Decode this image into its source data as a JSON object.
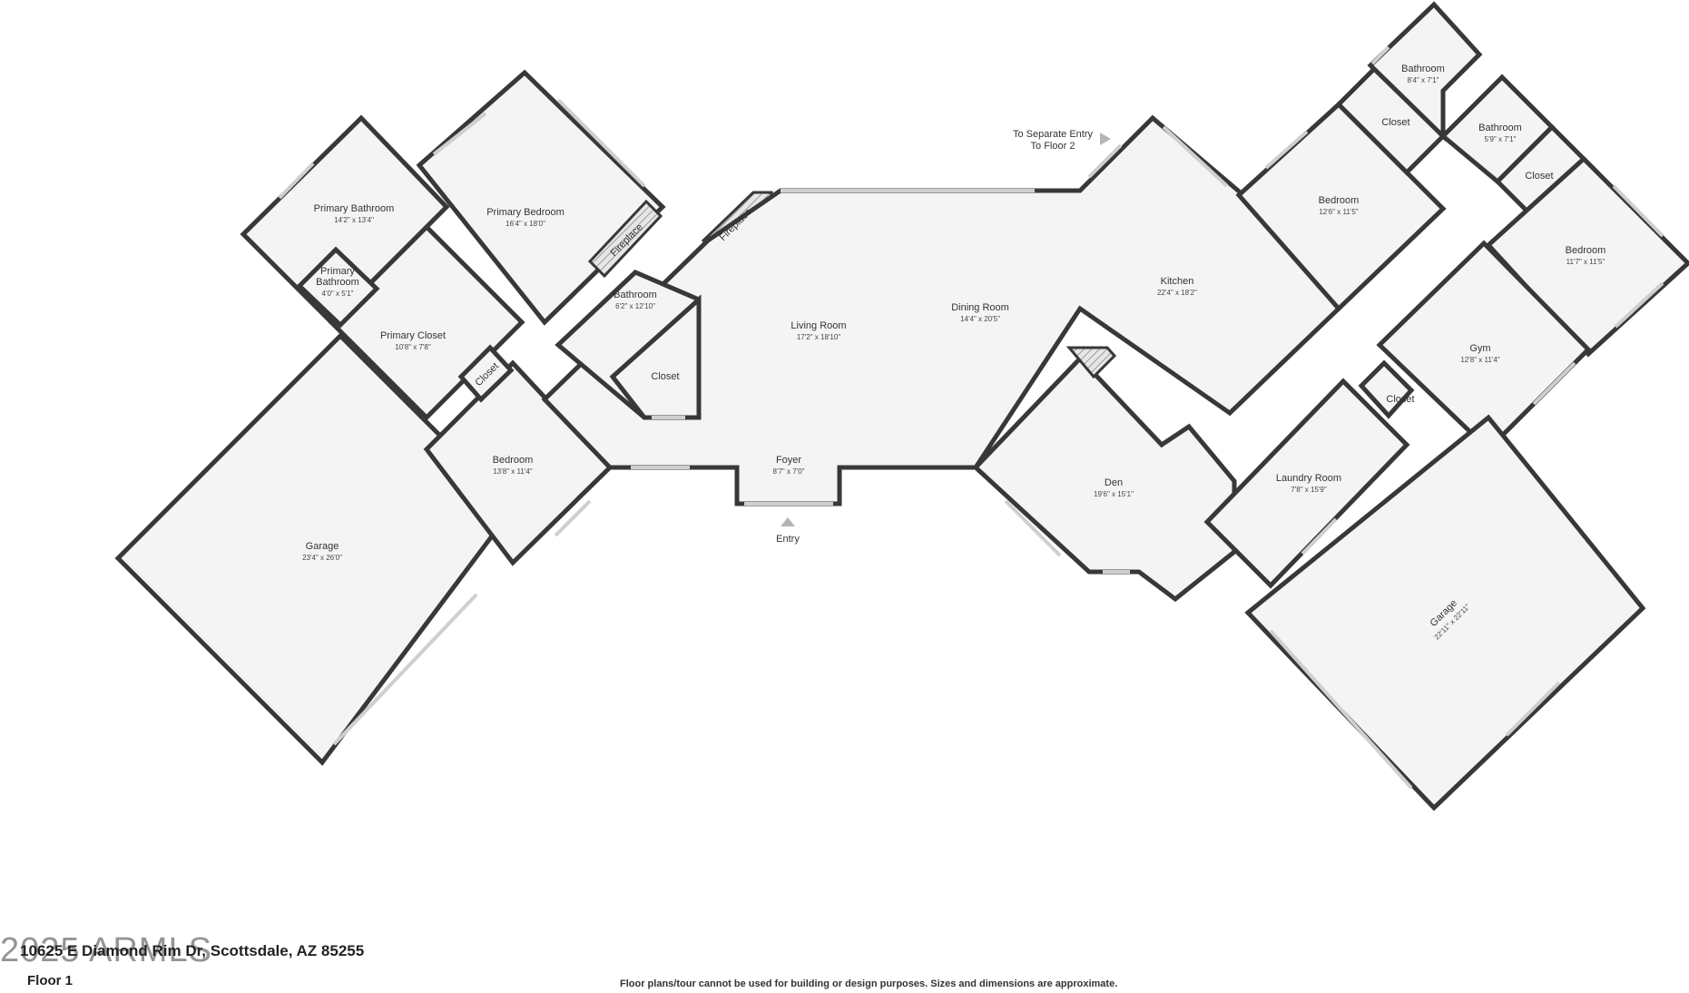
{
  "footer": {
    "address": "10625 E Diamond Rim Dr, Scottsdale, AZ 85255",
    "floor": "Floor 1",
    "disclaimer": "Floor plans/tour cannot be used for building or design purposes. Sizes and dimensions are approximate.",
    "watermark": "2025 ARMLS"
  },
  "annotations": {
    "separate_entry_line1": "To Separate Entry",
    "separate_entry_line2": "To Floor 2",
    "entry": "Entry"
  },
  "rooms": {
    "primary_bathroom": {
      "name": "Primary Bathroom",
      "dims": "14'2\" x 13'4\""
    },
    "primary_bedroom": {
      "name": "Primary Bedroom",
      "dims": "16'4\" x 18'0\""
    },
    "primary_bathroom_small": {
      "name1": "Primary",
      "name2": "Bathroom",
      "dims": "4'0\" x 5'1\""
    },
    "primary_closet": {
      "name": "Primary Closet",
      "dims": "10'8\" x 7'8\""
    },
    "closet_small_left": {
      "name": "Closet"
    },
    "bedroom_left": {
      "name": "Bedroom",
      "dims": "13'8\" x 11'4\""
    },
    "garage_left": {
      "name": "Garage",
      "dims": "23'4\" x 26'0\""
    },
    "fireplace_1": {
      "name": "Fireplace"
    },
    "fireplace_2": {
      "name": "Fireplace"
    },
    "bathroom_center": {
      "name": "Bathroom",
      "dims": "6'2\" x 12'10\""
    },
    "closet_center": {
      "name": "Closet"
    },
    "living_room": {
      "name": "Living Room",
      "dims": "17'2\" x 18'10\""
    },
    "dining_room": {
      "name": "Dining Room",
      "dims": "14'4\" x 20'5\""
    },
    "foyer": {
      "name": "Foyer",
      "dims": "8'7\" x 7'0\""
    },
    "kitchen": {
      "name": "Kitchen",
      "dims": "22'4\" x 18'2\""
    },
    "den": {
      "name": "Den",
      "dims": "19'6\" x 15'1\""
    },
    "bathroom_top": {
      "name": "Bathroom",
      "dims": "8'4\" x 7'1\""
    },
    "bathroom_right": {
      "name": "Bathroom",
      "dims": "5'9\" x 7'1\""
    },
    "closet_top": {
      "name": "Closet"
    },
    "closet_right": {
      "name": "Closet"
    },
    "bedroom_right1": {
      "name": "Bedroom",
      "dims": "12'6\" x 11'5\""
    },
    "bedroom_right2": {
      "name": "Bedroom",
      "dims": "11'7\" x 11'5\""
    },
    "gym": {
      "name": "Gym",
      "dims": "12'8\" x 11'4\""
    },
    "closet_gym": {
      "name": "Closet"
    },
    "laundry_room": {
      "name": "Laundry Room",
      "dims": "7'8\" x 15'9\""
    },
    "garage_right": {
      "name": "Garage",
      "dims": "22'11\" x 22'11\""
    }
  },
  "colors": {
    "wall": "#383838",
    "floor": "#f4f4f4",
    "window": "#cfcfcf",
    "background": "#ffffff"
  }
}
